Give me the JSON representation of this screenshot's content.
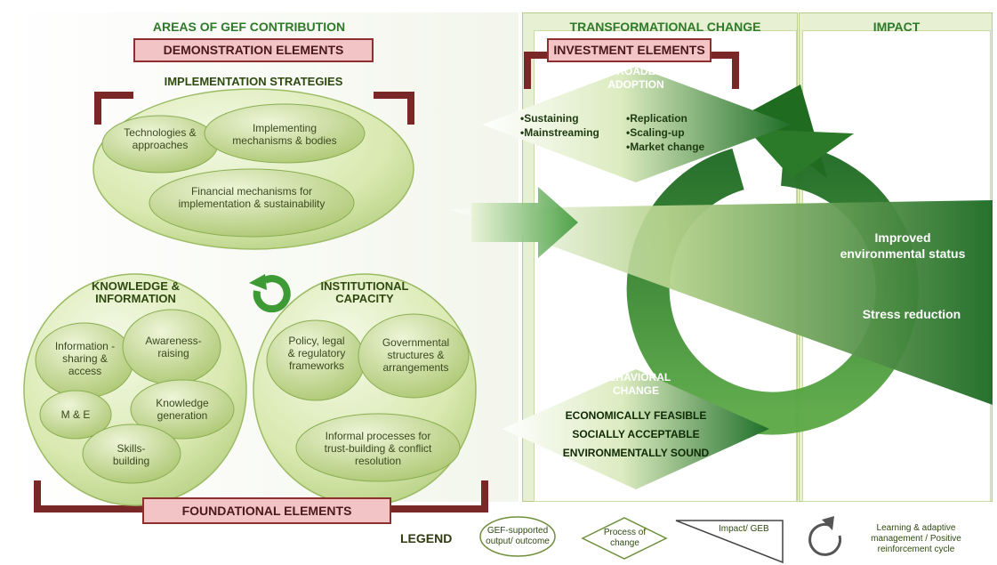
{
  "headers": {
    "areas": "AREAS OF GEF CONTRIBUTION",
    "transformational": "TRANSFORMATIONAL CHANGE",
    "impact": "IMPACT"
  },
  "labels": {
    "demonstration": "DEMONSTRATION ELEMENTS",
    "investment": "INVESTMENT ELEMENTS",
    "foundational": "FOUNDATIONAL ELEMENTS"
  },
  "implementation": {
    "title": "IMPLEMENTATION STRATEGIES",
    "tech": "Technologies & approaches",
    "mech": "Implementing mechanisms & bodies",
    "fin": "Financial mechanisms for implementation & sustainability"
  },
  "knowledge": {
    "title": "KNOWLEDGE & INFORMATION",
    "info": "Information -sharing & access",
    "aware": "Awareness-raising",
    "me": "M & E",
    "gen": "Knowledge generation",
    "skills": "Skills-building"
  },
  "institutional": {
    "title": "INSTITUTIONAL CAPACITY",
    "policy": "Policy, legal & regulatory frameworks",
    "gov": "Governmental structures & arrangements",
    "informal": "Informal processes for trust-building & conflict resolution"
  },
  "broader": {
    "title1": "BROADER",
    "title2": "ADOPTION",
    "sustaining": "•Sustaining",
    "mainstreaming": "•Mainstreaming",
    "replication": "•Replication",
    "scaling": "•Scaling-up",
    "market": "•Market change"
  },
  "behavioral": {
    "title1": "BEHAVIORAL",
    "title2": "CHANGE",
    "econ": "ECONOMICALLY FEASIBLE",
    "soc": "SOCIALLY ACCEPTABLE",
    "env": "ENVIRONMENTALLY SOUND"
  },
  "impact_labels": {
    "improved1": "Improved",
    "improved2": "environmental status",
    "stress": "Stress reduction"
  },
  "legend": {
    "title": "LEGEND",
    "output1": "GEF-supported",
    "output2": "output/ outcome",
    "process1": "Process of",
    "process2": "change",
    "impact": "Impact/ GEB",
    "learning1": "Learning & adaptive",
    "learning2": "management / Positive",
    "learning3": "reinforcement cycle"
  },
  "colors": {
    "dark_green": "#1f6b1f",
    "light_green": "#d6e8a8",
    "pink": "#f2c4c6",
    "maroon": "#8b2f2f"
  }
}
